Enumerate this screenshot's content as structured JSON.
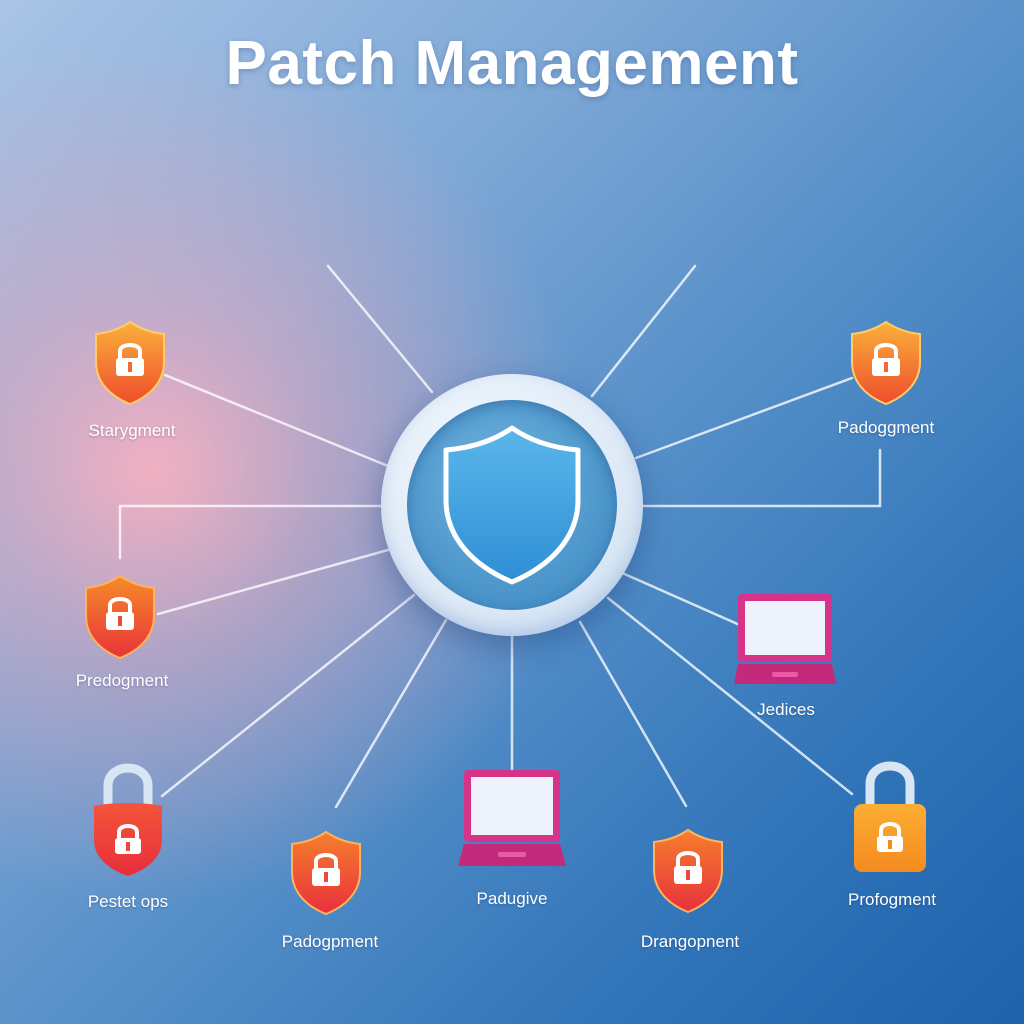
{
  "title": "Patch Management",
  "nodes": [
    {
      "name": "node-top-left",
      "icon": "shield-lock-icon",
      "label": "Starygment"
    },
    {
      "name": "node-top-right",
      "icon": "shield-lock-icon",
      "label": "Padoggment"
    },
    {
      "name": "node-mid-left",
      "icon": "shield-lock-icon",
      "label": "Predogment"
    },
    {
      "name": "node-mid-right",
      "icon": "laptop-icon",
      "label": "Jedices"
    },
    {
      "name": "node-bottom-1",
      "icon": "padlock-icon",
      "label": "Pestet ops"
    },
    {
      "name": "node-bottom-2",
      "icon": "shield-lock-icon",
      "label": "Padogpment"
    },
    {
      "name": "node-bottom-3",
      "icon": "laptop-icon",
      "label": "Padugive"
    },
    {
      "name": "node-bottom-4",
      "icon": "shield-lock-icon",
      "label": "Drangopnent"
    },
    {
      "name": "node-bottom-5",
      "icon": "padlock-icon",
      "label": "Profogment"
    }
  ],
  "hub": {
    "icon": "shield-icon"
  },
  "colors": {
    "shield_orange": "#f7921e",
    "shield_red": "#ec3c3a",
    "laptop_magenta": "#d6338a",
    "hub_blue": "#4aa6e0"
  }
}
